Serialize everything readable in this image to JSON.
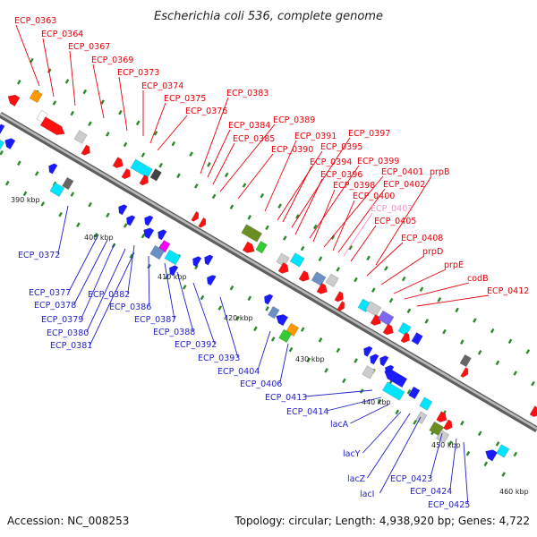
{
  "title": "Escherichia coli 536, complete genome",
  "footer": {
    "accession": "Accession: NC_008253",
    "topology": "Topology: circular; Length: 4,938,920 bp; Genes: 4,722"
  },
  "colors": {
    "forward_label": "#e8000b",
    "reverse_label": "#1f1fcc",
    "highlight_label": "#f090c8",
    "backbone": "#8a8a8a",
    "tick": "#2a8a2a",
    "red_gene": "#ff1010",
    "blue_gene": "#1b1bff"
  },
  "ticks": [
    "390 kbp",
    "400 kbp",
    "410 kbp",
    "420 kbp",
    "430 kbp",
    "440 kbp",
    "450 kbp",
    "460 kbp"
  ],
  "forward_labels": [
    "ECP_0363",
    "ECP_0364",
    "ECP_0367",
    "ECP_0369",
    "ECP_0373",
    "ECP_0374",
    "ECP_0375",
    "ECP_0376",
    "ECP_0383",
    "ECP_0384",
    "ECP_0385",
    "ECP_0389",
    "ECP_0390",
    "ECP_0391",
    "ECP_0395",
    "ECP_0397",
    "ECP_0394",
    "ECP_0396",
    "ECP_0399",
    "ECP_0398",
    "ECP_0401",
    "prpB",
    "ECP_0402",
    "ECP_0400",
    "ECP_0403",
    "ECP_0405",
    "ECP_0408",
    "prpD",
    "prpE",
    "codB",
    "ECP_0412"
  ],
  "reverse_labels": [
    "ECP_0372",
    "ECP_0377",
    "ECP_0378",
    "ECP_0382",
    "ECP_0379",
    "ECP_0386",
    "ECP_0380",
    "ECP_0381",
    "ECP_0387",
    "ECP_0388",
    "ECP_0392",
    "ECP_0393",
    "ECP_0404",
    "ECP_0406",
    "ECP_0413",
    "ECP_0414",
    "lacA",
    "lacY",
    "lacZ",
    "lacI",
    "ECP_0423",
    "ECP_0424",
    "ECP_0425"
  ]
}
